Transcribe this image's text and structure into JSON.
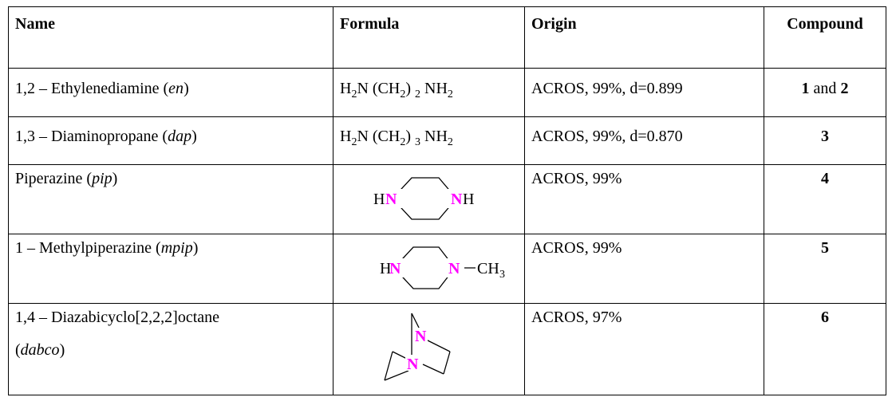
{
  "headers": {
    "name": "Name",
    "formula": "Formula",
    "origin": "Origin",
    "compound": "Compound"
  },
  "rows": [
    {
      "name_pre": "1,2 – Ethylenediamine (",
      "name_abbr": "en",
      "name_post": ")",
      "formula": {
        "a": "H",
        "b": "2",
        "c": "N (CH",
        "d": "2",
        "e": ") ",
        "f": "2",
        "g": " NH",
        "h": "2"
      },
      "origin": "ACROS, 99%, d=0.899",
      "compound": {
        "a": "1",
        "mid": " and ",
        "b": "2"
      }
    },
    {
      "name_pre": "1,3 – Diaminopropane (",
      "name_abbr": "dap",
      "name_post": ")",
      "formula": {
        "a": "H",
        "b": "2",
        "c": "N (CH",
        "d": "2",
        "e": ") ",
        "f": "3",
        "g": " NH",
        "h": "2"
      },
      "origin": "ACROS, 99%, d=0.870",
      "compound": "3"
    },
    {
      "name_pre": "Piperazine (",
      "name_abbr": "pip",
      "name_post": ")",
      "mol": {
        "left_h": "H",
        "n": "N",
        "right_h": "H"
      },
      "origin": "ACROS, 99%",
      "compound": "4"
    },
    {
      "name_pre": "1 – Methylpiperazine (",
      "name_abbr": "mpip",
      "name_post": ")",
      "mol": {
        "left_h": "H",
        "n": "N",
        "ch": "CH",
        "ch_sub": "3"
      },
      "origin": "ACROS, 99%",
      "compound": "5"
    },
    {
      "name_line1": "1,4 – Diazabicyclo[2,2,2]octane",
      "name_pre": "(",
      "name_abbr": "dabco",
      "name_post": ")",
      "mol": {
        "n": "N"
      },
      "origin": "ACROS, 97%",
      "compound": "6"
    }
  ],
  "colors": {
    "nitrogen": "#ff00ff",
    "text": "#000000"
  }
}
